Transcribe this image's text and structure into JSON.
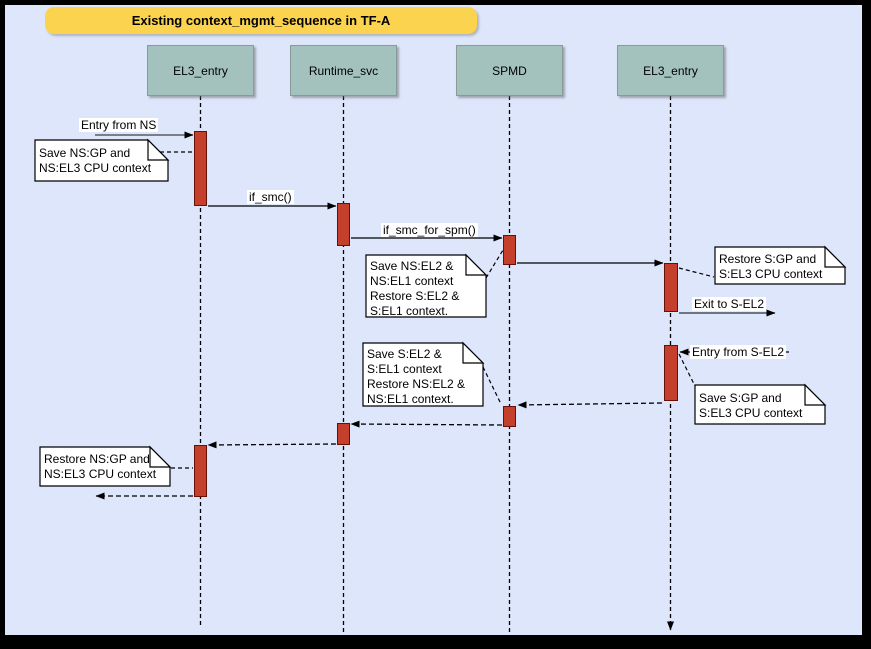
{
  "diagram": {
    "title": "Existing context_mgmt_sequence in TF-A",
    "lifelines": [
      {
        "label": "EL3_entry"
      },
      {
        "label": "Runtime_svc"
      },
      {
        "label": "SPMD"
      },
      {
        "label": "EL3_entry"
      }
    ],
    "messages": [
      {
        "label": "Entry from NS",
        "type": "solid"
      },
      {
        "label": "if_smc()",
        "type": "solid"
      },
      {
        "label": "if_smc_for_spm()",
        "type": "solid"
      },
      {
        "label": "Exit to S-EL2",
        "type": "solid"
      },
      {
        "label": "Entry from S-EL2",
        "type": "dashed"
      }
    ],
    "notes": [
      {
        "lines": [
          "Save NS:GP and",
          "NS:EL3 CPU context"
        ]
      },
      {
        "lines": [
          "Save NS:EL2 &",
          "NS:EL1 context",
          "Restore S:EL2 &",
          "S:EL1 context."
        ]
      },
      {
        "lines": [
          "Restore S:GP and",
          "S:EL3 CPU context"
        ]
      },
      {
        "lines": [
          "Save S:EL2 &",
          "S:EL1 context",
          "Restore NS:EL2 &",
          "NS:EL1 context."
        ]
      },
      {
        "lines": [
          "Save S:GP and",
          "S:EL3 CPU context"
        ]
      },
      {
        "lines": [
          "Restore NS:GP and",
          "NS:EL3 CPU context"
        ]
      }
    ],
    "colors": {
      "background": "#dde6fb",
      "title_fill": "#fcd34f",
      "lifeline_fill": "#a3c2be",
      "activation_fill": "#c5402c",
      "activation_border": "#651108",
      "frame": "#000000",
      "note_fill": "#ffffff"
    }
  }
}
